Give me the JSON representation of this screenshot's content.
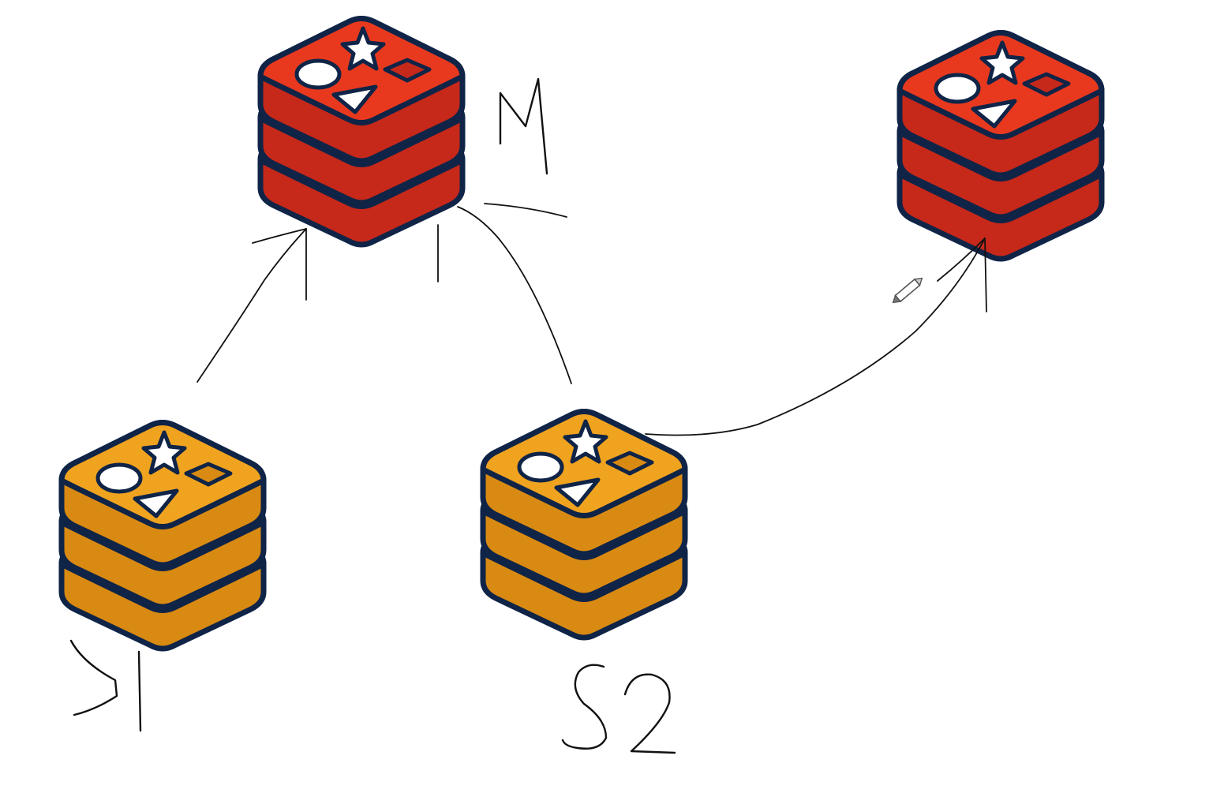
{
  "diagram": {
    "nodes": [
      {
        "id": "master",
        "label": "M",
        "role": "redis-instance",
        "color_top": "#e8391f",
        "color_side": "#c6281a"
      },
      {
        "id": "replica-new",
        "label": "",
        "role": "redis-instance",
        "color_top": "#e8391f",
        "color_side": "#c6281a"
      },
      {
        "id": "s1",
        "label": "S1",
        "role": "redis-instance",
        "color_top": "#f0a31f",
        "color_side": "#d98a12"
      },
      {
        "id": "s2",
        "label": "S2",
        "role": "redis-instance",
        "color_top": "#f0a31f",
        "color_side": "#d98a12"
      }
    ],
    "edges": [
      {
        "from": "s1",
        "to": "master"
      },
      {
        "from": "s2",
        "to": "master"
      },
      {
        "from": "s2",
        "to": "replica-new"
      }
    ],
    "colors": {
      "outline": "#0f2447",
      "ink": "#111111"
    },
    "cursor": {
      "icon": "pencil-icon"
    }
  }
}
